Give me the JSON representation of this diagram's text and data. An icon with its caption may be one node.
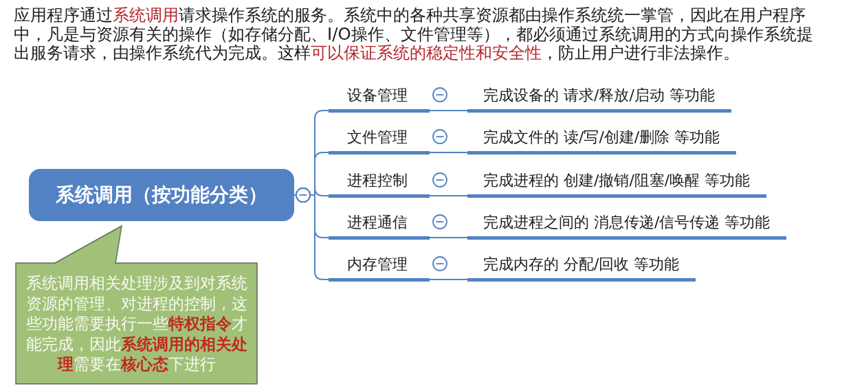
{
  "diagram": {
    "nodes": [
      {
        "text": [
          "系统调用（按功能分类）"
        ]
      },
      {
        "text": [
          "设备管理"
        ]
      },
      {
        "text": [
          "完成设备的 请求/释放/启动 等功能"
        ]
      },
      {
        "text": [
          "文件管理"
        ]
      },
      {
        "text": [
          "完成文件的 读/写/创建/删除 等功能"
        ]
      },
      {
        "text": [
          "进程控制"
        ]
      },
      {
        "text": [
          "完成进程的 创建/撤销/阻塞/唤醒 等功能"
        ]
      },
      {
        "text": [
          "进程通信"
        ]
      },
      {
        "text": [
          "完成进程之间的 消息传递/信号传递 等功能"
        ]
      },
      {
        "text": [
          "内存管理"
        ]
      },
      {
        "text": [
          "完成内存的 分配/回收 等功能"
        ]
      },
      {
        "text": [
          "系统调用相关处理涉及到对系统资源的管理、对进程的控制，这些功能需要执行一些**特权指令**才能完成，因此**系统调用的相关处理**需要在**核心态**下进行"
        ]
      }
    ],
    "edges": [
      {
        "from": 0,
        "to": 1,
        "arrow": "other"
      },
      {
        "from": 0,
        "to": 3,
        "arrow": "other"
      },
      {
        "from": 0,
        "to": 5,
        "arrow": "other"
      },
      {
        "from": 0,
        "to": 7,
        "arrow": "other"
      },
      {
        "from": 0,
        "to": 9,
        "arrow": "other"
      },
      {
        "from": 1,
        "to": 2,
        "arrow": "none"
      },
      {
        "from": 3,
        "to": 4,
        "arrow": "none"
      },
      {
        "from": 5,
        "to": 6,
        "arrow": "none"
      },
      {
        "from": 7,
        "to": 8,
        "arrow": "none"
      },
      {
        "from": 9,
        "to": 10,
        "arrow": "none"
      }
    ],
    "labels": [
      "应用程序通过**系统调用**请求操作系统的服务。系统中的各种共享资源都由操作系统统一掌管，因此在用户程序中，凡是与资源有关的操作（如存储分配、I/O操作、文件管理等），都必须通过系统调用的方式向操作系统提出服务请求，由操作系统代为完成。这样**可以保证系统的稳定性和安全性**，防止用户进行非法操作。"
    ]
  }
}
